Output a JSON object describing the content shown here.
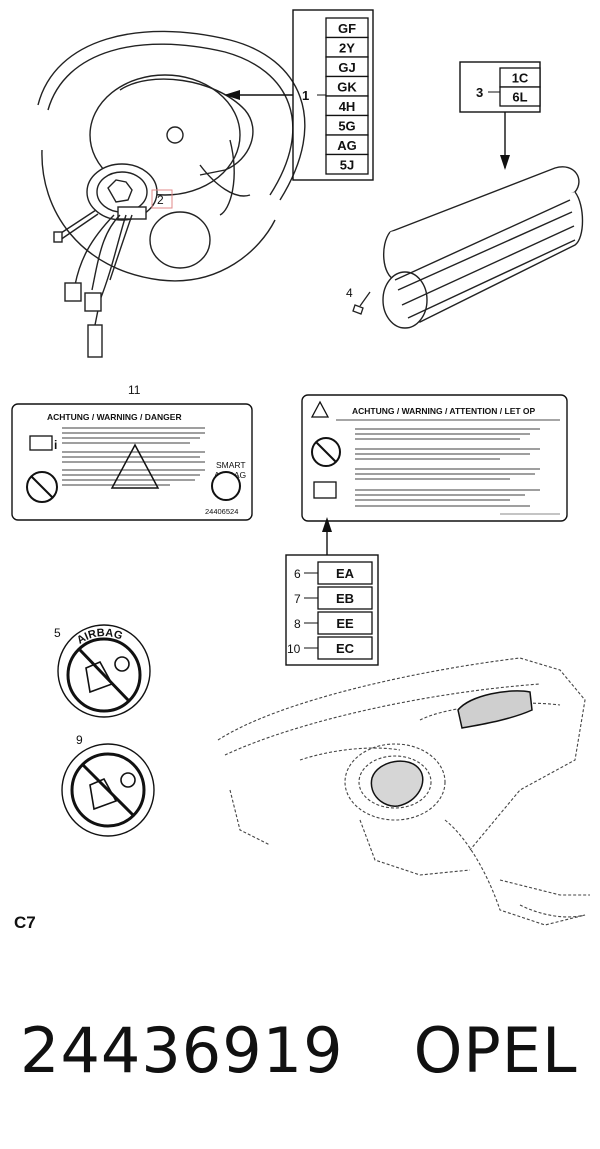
{
  "diagram": {
    "section_label": "C7",
    "part_number": "24436919",
    "brand": "OPEL",
    "callouts": {
      "c1": "1",
      "c2": "2",
      "c3": "3",
      "c4": "4",
      "c5": "5",
      "c6": "6",
      "c7": "7",
      "c8": "8",
      "c9": "9",
      "c10": "10",
      "c11": "11"
    },
    "group1_codes": [
      "GF",
      "2Y",
      "GJ",
      "GK",
      "4H",
      "5G",
      "AG",
      "5J"
    ],
    "group3_codes": [
      "1C",
      "6L"
    ],
    "group_codes_lower": [
      "EA",
      "EB",
      "EE",
      "EC"
    ],
    "label11": {
      "header": "ACHTUNG / WARNING / DANGER",
      "side_text_1": "SMART",
      "side_text_2": "AIRBAG",
      "number": "24406524"
    },
    "label_right": {
      "header": "ACHTUNG / WARNING / ATTENTION / LET OP"
    },
    "badge5_text": "AIRBAG"
  }
}
